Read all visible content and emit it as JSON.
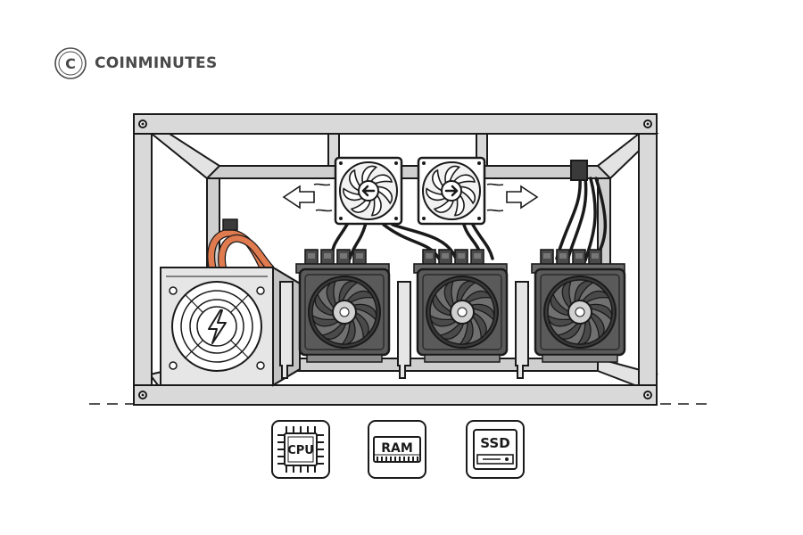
{
  "brand": {
    "name": "COINMINUTES",
    "logo_letter": "C"
  },
  "components": [
    {
      "id": "cpu",
      "label": "CPU",
      "icon": "cpu-chip-icon"
    },
    {
      "id": "ram",
      "label": "RAM",
      "icon": "ram-module-icon"
    },
    {
      "id": "ssd",
      "label": "SSD",
      "icon": "ssd-drive-icon"
    }
  ],
  "parts": {
    "frame": "open-air-mining-frame",
    "psu": "power-supply-unit",
    "psu_symbol": "lightning-bolt-icon",
    "case_fans": [
      "fan-exhaust-left-icon",
      "fan-exhaust-right-icon"
    ],
    "gpus": [
      "gpu-1",
      "gpu-2",
      "gpu-3"
    ]
  },
  "colors": {
    "outline": "#1a1a1a",
    "frame_fill": "#d9d9d9",
    "gpu_fill": "#5a5a5a",
    "psu_fill": "#e6e6e6",
    "cable_orange": "#e07a4f"
  }
}
